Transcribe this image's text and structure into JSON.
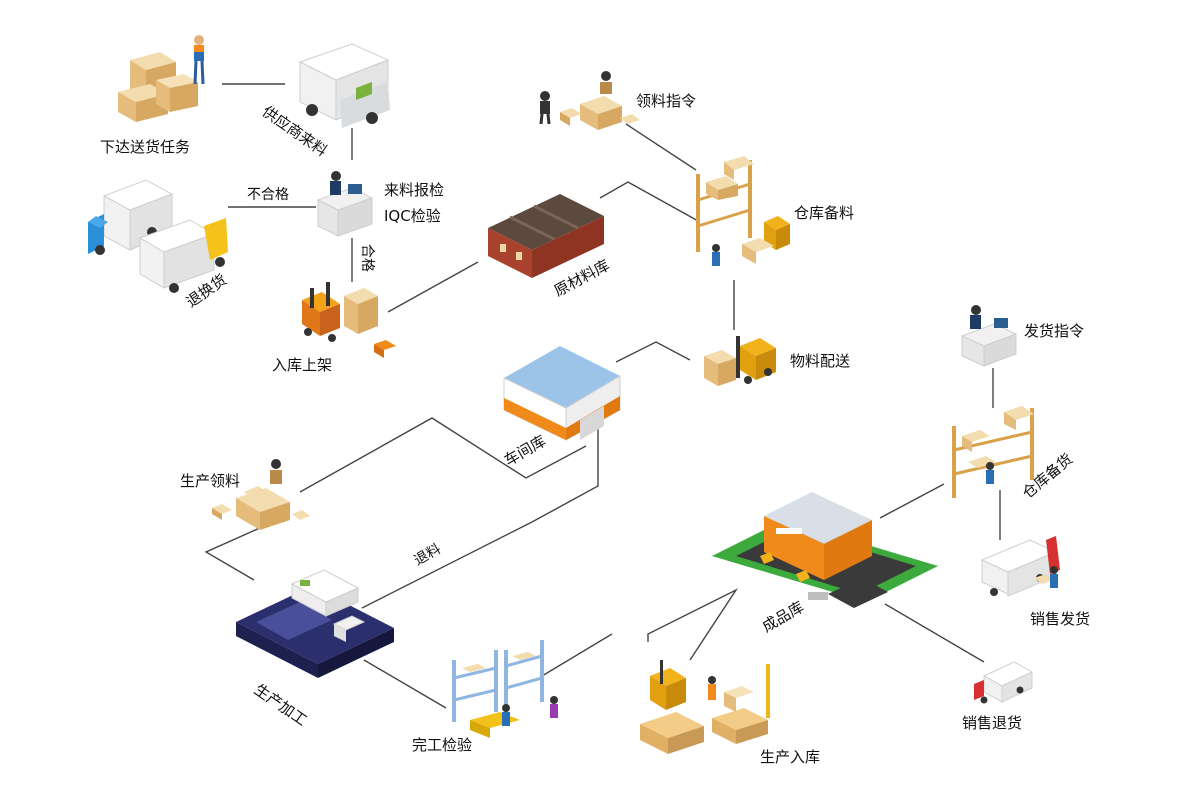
{
  "nodes": {
    "dispatch_task": "下达送货任务",
    "supplier_delivery": "供应商来料",
    "incoming_inspection": "来料报检",
    "iqc": "IQC检验",
    "return_exchange": "退换货",
    "putaway": "入库上架",
    "raw_material_wh": "原材料库",
    "picking_order": "领料指令",
    "wh_prepare": "仓库备料",
    "material_delivery": "物料配送",
    "workshop_wh": "车间库",
    "production_picking": "生产领料",
    "production": "生产加工",
    "final_inspection": "完工检验",
    "production_inbound": "生产入库",
    "finished_goods_wh": "成品库",
    "shipping_order": "发货指令",
    "fg_prepare": "仓库备货",
    "sales_shipping": "销售发货",
    "sales_return": "销售退货"
  },
  "edge_labels": {
    "unqualified": "不合格",
    "qualified": "合格",
    "return_material": "退料"
  },
  "colors": {
    "line": "#444444",
    "box": "#e9c98f",
    "box_dark": "#c99a55",
    "forklift": "#f2b21b",
    "truck_white": "#f4f4f4",
    "blue_cab": "#2a8fd6",
    "yellow_cab": "#f4c21a",
    "brick": "#a8412e",
    "roof_dark": "#5d4a3e",
    "orange": "#f08a1a",
    "roof_blue": "#9cc3e8",
    "grass": "#3daa3d",
    "navy": "#2c2f6e",
    "shelf": "#8fb6e0"
  }
}
